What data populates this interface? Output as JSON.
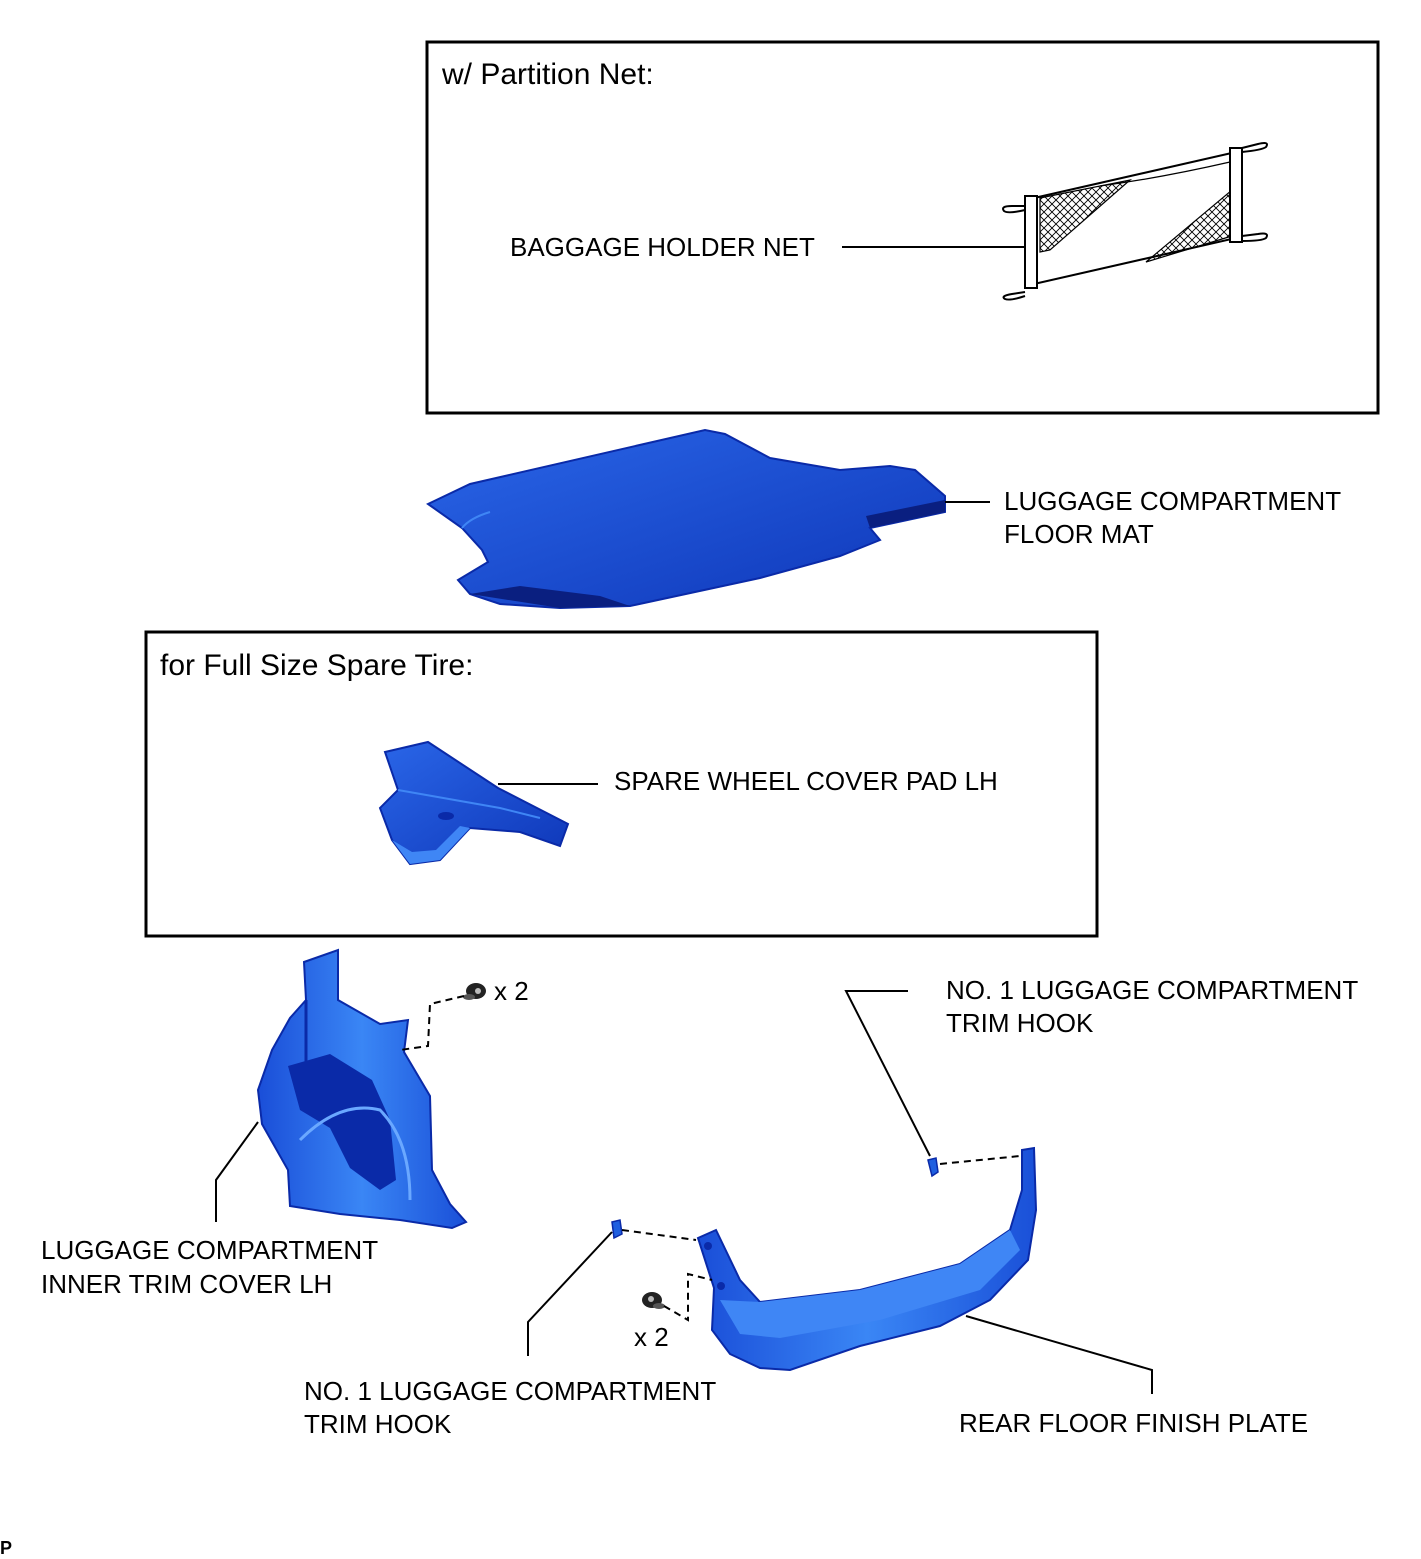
{
  "boxes": {
    "partition_net": {
      "title": "w/ Partition Net:"
    },
    "full_size_spare": {
      "title": "for Full Size Spare Tire:"
    }
  },
  "parts": {
    "baggage_net": {
      "label": "BAGGAGE HOLDER NET"
    },
    "floor_mat": {
      "line1": "LUGGAGE COMPARTMENT",
      "line2": "FLOOR MAT"
    },
    "spare_pad": {
      "label": "SPARE WHEEL COVER PAD LH"
    },
    "trim_hook_upper": {
      "line1": "NO. 1 LUGGAGE COMPARTMENT",
      "line2": "TRIM HOOK"
    },
    "inner_trim_cover": {
      "line1": "LUGGAGE COMPARTMENT",
      "line2": "INNER TRIM COVER LH"
    },
    "trim_hook_lower": {
      "line1": "NO. 1 LUGGAGE COMPARTMENT",
      "line2": "TRIM HOOK"
    },
    "finish_plate": {
      "label": "REAR FLOOR FINISH PLATE"
    }
  },
  "fasteners": {
    "upper_count": "x 2",
    "lower_count": "x 2"
  },
  "footer": {
    "code": "P"
  },
  "colors": {
    "part_fill": "#1f5fe0",
    "part_dark": "#0a2aa8",
    "part_light": "#3f86f5",
    "line": "#000000"
  }
}
